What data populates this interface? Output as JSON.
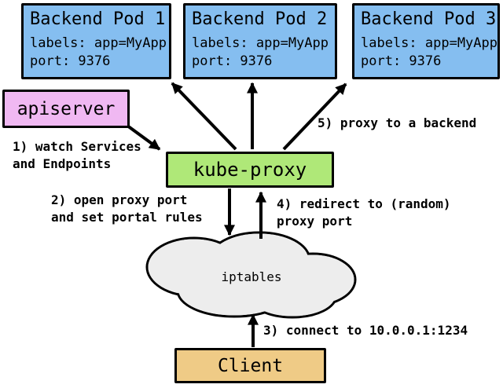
{
  "diagram": {
    "pods": [
      {
        "title": "Backend Pod 1",
        "labels_line": "labels: app=MyApp",
        "port_line": "port: 9376"
      },
      {
        "title": "Backend Pod 2",
        "labels_line": "labels: app=MyApp",
        "port_line": "port: 9376"
      },
      {
        "title": "Backend Pod 3",
        "labels_line": "labels: app=MyApp",
        "port_line": "port: 9376"
      }
    ],
    "nodes": {
      "apiserver": "apiserver",
      "kube_proxy": "kube-proxy",
      "iptables": "iptables",
      "client": "Client"
    },
    "steps": {
      "step1": "1) watch Services\nand Endpoints",
      "step2": "2) open proxy port\nand set portal rules",
      "step3": "3) connect to 10.0.0.1:1234",
      "step4": "4) redirect to (random)\nproxy port",
      "step5": "5) proxy to a backend"
    },
    "colors": {
      "pod_fill": "#85BEF0",
      "apiserver_fill": "#F0B8F2",
      "kube_proxy_fill": "#AFE878",
      "iptables_fill": "#EDEDED",
      "client_fill": "#EFCB86",
      "border": "#000000",
      "background": "#FFFFFF"
    }
  }
}
